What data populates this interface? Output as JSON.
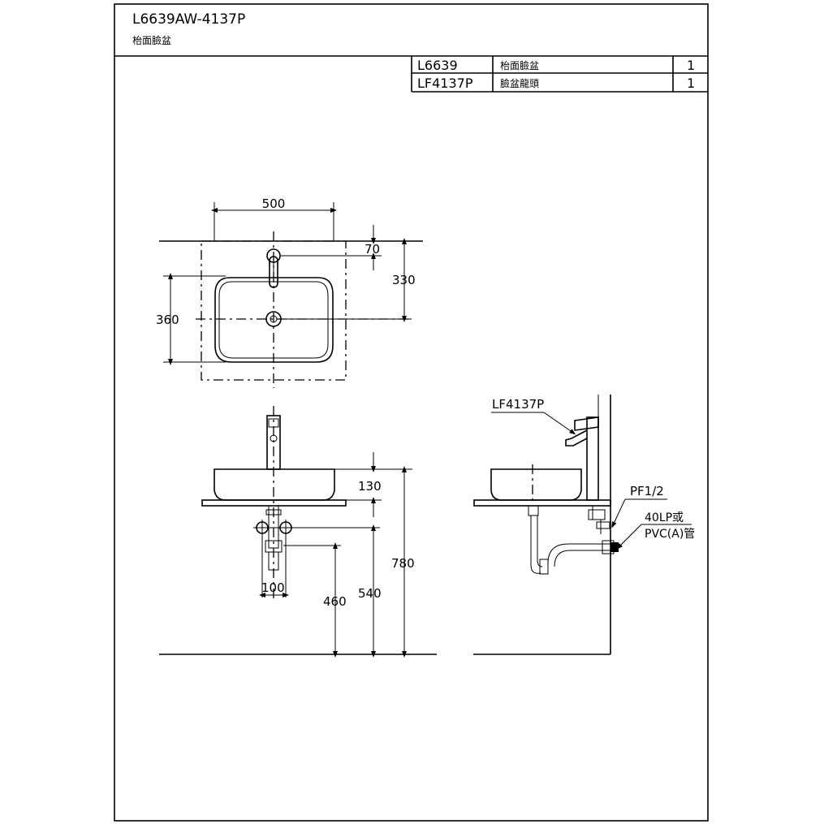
{
  "title_block": {
    "model": "L6639AW-4137P",
    "subtitle": "枱面臉盆"
  },
  "parts_table": {
    "rows": [
      {
        "code": "L6639",
        "name": "枱面臉盆",
        "qty": "1"
      },
      {
        "code": "LF4137P",
        "name": "臉盆龍頭",
        "qty": "1"
      }
    ]
  },
  "plan_view": {
    "width": "500",
    "depth": "360",
    "tap_offset": "70",
    "drain_offset": "330"
  },
  "front_view": {
    "basin_height": "130",
    "supply_spacing": "100",
    "supply_height": "460",
    "drain_height": "540",
    "counter_height": "780"
  },
  "side_view": {
    "faucet_label": "LF4137P",
    "inlet_label": "PF1/2",
    "drain_label_1": "40LP或",
    "drain_label_2": "PVC(A)管"
  }
}
